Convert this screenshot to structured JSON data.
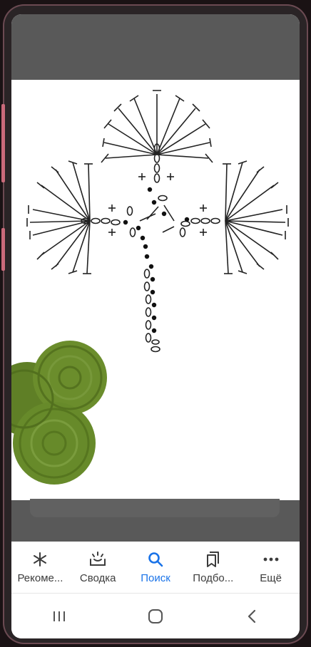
{
  "image": {
    "subject": "crochet clover leaf chart",
    "leaf_color": "#6e8f2e"
  },
  "bottom_nav": {
    "items": [
      {
        "label": "Рекоме...",
        "icon": "asterisk-icon"
      },
      {
        "label": "Сводка",
        "icon": "sunrise-inbox-icon"
      },
      {
        "label": "Поиск",
        "icon": "search-icon",
        "active": true
      },
      {
        "label": "Подбо...",
        "icon": "collections-icon"
      },
      {
        "label": "Ещё",
        "icon": "more-dots-icon"
      }
    ],
    "active_color": "#1a73e8"
  },
  "system_nav": {
    "recents": "recents-icon",
    "home": "home-icon",
    "back": "back-icon"
  }
}
